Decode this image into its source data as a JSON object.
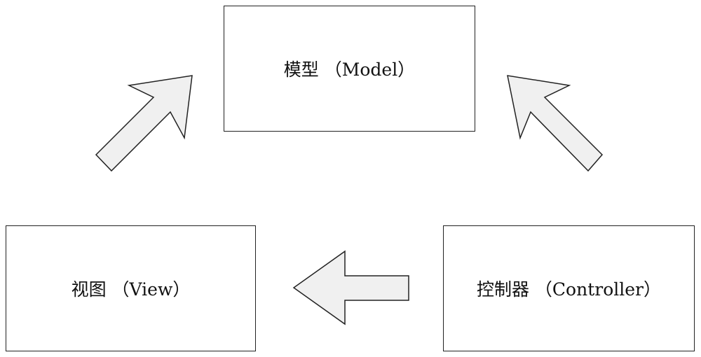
{
  "diagram": {
    "nodes": {
      "model": {
        "label": "模型 （Model）"
      },
      "view": {
        "label": "视图 （View）"
      },
      "controller": {
        "label": "控制器 （Controller）"
      }
    },
    "edges": [
      {
        "from": "view",
        "to": "model"
      },
      {
        "from": "controller",
        "to": "model"
      },
      {
        "from": "controller",
        "to": "view"
      }
    ],
    "colors": {
      "arrow_fill": "#f0f0f0",
      "stroke": "#222222",
      "box_fill": "#ffffff"
    }
  }
}
